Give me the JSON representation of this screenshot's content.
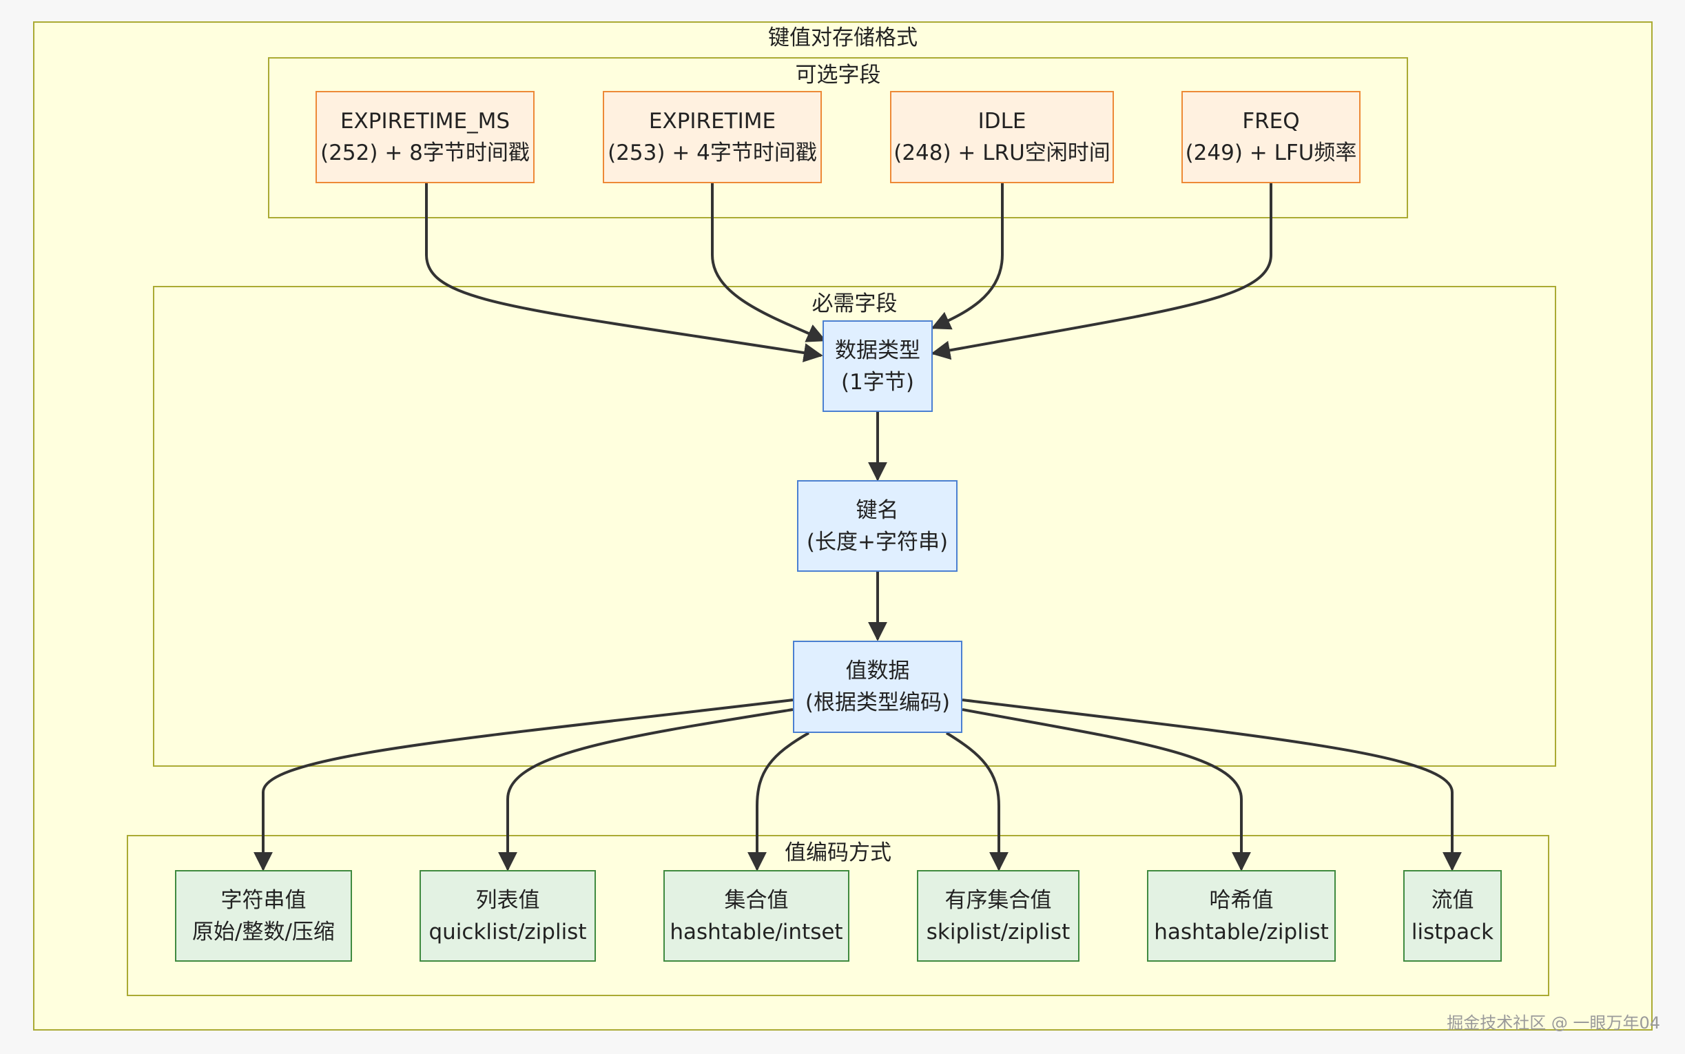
{
  "title": "键值对存储格式",
  "optional_group": {
    "title": "可选字段",
    "nodes": [
      {
        "line1": "EXPIRETIME_MS",
        "line2": "(252) + 8字节时间戳"
      },
      {
        "line1": "EXPIRETIME",
        "line2": "(253) + 4字节时间戳"
      },
      {
        "line1": "IDLE",
        "line2": "(248) + LRU空闲时间"
      },
      {
        "line1": "FREQ",
        "line2": "(249) + LFU频率"
      }
    ]
  },
  "required_group": {
    "title": "必需字段",
    "nodes": [
      {
        "line1": "数据类型",
        "line2": "(1字节)"
      },
      {
        "line1": "键名",
        "line2": "(长度+字符串)"
      },
      {
        "line1": "值数据",
        "line2": "(根据类型编码)"
      }
    ]
  },
  "encoding_group": {
    "title": "值编码方式",
    "nodes": [
      {
        "line1": "字符串值",
        "line2": "原始/整数/压缩"
      },
      {
        "line1": "列表值",
        "line2": "quicklist/ziplist"
      },
      {
        "line1": "集合值",
        "line2": "hashtable/intset"
      },
      {
        "line1": "有序集合值",
        "line2": "skiplist/ziplist"
      },
      {
        "line1": "哈希值",
        "line2": "hashtable/ziplist"
      },
      {
        "line1": "流值",
        "line2": "listpack"
      }
    ]
  },
  "watermark": "掘金技术社区 @ 一眼万年04",
  "colors": {
    "cluster_fill": "#ffffde",
    "cluster_border": "#aaaa33",
    "optional_fill": "#fff1e0",
    "optional_border": "#ed8936",
    "required_fill": "#e0efff",
    "required_border": "#4a7fd1",
    "encoding_fill": "#e3f2e3",
    "encoding_border": "#3f8a3f",
    "edge": "#333333"
  }
}
